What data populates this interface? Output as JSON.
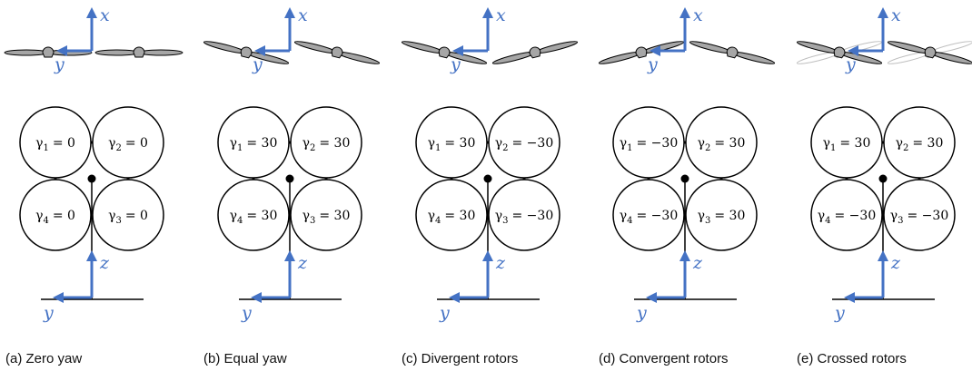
{
  "colors": {
    "axis": "#4472C4",
    "blade": "#A6A6A6",
    "ghost": "#BFBFBF",
    "stroke": "#000000"
  },
  "axis_labels": {
    "x": "x",
    "y": "y",
    "z": "z"
  },
  "panels": [
    {
      "caption": "(a) Zero yaw",
      "blade_tilt": [
        0,
        0
      ],
      "ghost_tilt": null,
      "rotors": [
        {
          "sym": "γ",
          "sub": "1",
          "eq": "= 0"
        },
        {
          "sym": "γ",
          "sub": "2",
          "eq": "= 0"
        },
        {
          "sym": "γ",
          "sub": "4",
          "eq": "= 0"
        },
        {
          "sym": "γ",
          "sub": "3",
          "eq": "= 0"
        }
      ]
    },
    {
      "caption": "(b) Equal yaw",
      "blade_tilt": [
        14,
        14
      ],
      "ghost_tilt": null,
      "rotors": [
        {
          "sym": "γ",
          "sub": "1",
          "eq": "= 30"
        },
        {
          "sym": "γ",
          "sub": "2",
          "eq": "= 30"
        },
        {
          "sym": "γ",
          "sub": "4",
          "eq": "= 30"
        },
        {
          "sym": "γ",
          "sub": "3",
          "eq": "= 30"
        }
      ]
    },
    {
      "caption": "(c) Divergent rotors",
      "blade_tilt": [
        14,
        -14
      ],
      "ghost_tilt": null,
      "rotors": [
        {
          "sym": "γ",
          "sub": "1",
          "eq": "= 30"
        },
        {
          "sym": "γ",
          "sub": "2",
          "eq": "= −30"
        },
        {
          "sym": "γ",
          "sub": "4",
          "eq": "= 30"
        },
        {
          "sym": "γ",
          "sub": "3",
          "eq": "= −30"
        }
      ]
    },
    {
      "caption": "(d) Convergent rotors",
      "blade_tilt": [
        -14,
        14
      ],
      "ghost_tilt": null,
      "rotors": [
        {
          "sym": "γ",
          "sub": "1",
          "eq": "= −30"
        },
        {
          "sym": "γ",
          "sub": "2",
          "eq": "= 30"
        },
        {
          "sym": "γ",
          "sub": "4",
          "eq": "= −30"
        },
        {
          "sym": "γ",
          "sub": "3",
          "eq": "= 30"
        }
      ]
    },
    {
      "caption": "(e) Crossed rotors",
      "blade_tilt": [
        14,
        14
      ],
      "ghost_tilt": [
        -14,
        -14
      ],
      "rotors": [
        {
          "sym": "γ",
          "sub": "1",
          "eq": "= 30"
        },
        {
          "sym": "γ",
          "sub": "2",
          "eq": "= 30"
        },
        {
          "sym": "γ",
          "sub": "4",
          "eq": "= −30"
        },
        {
          "sym": "γ",
          "sub": "3",
          "eq": "= −30"
        }
      ]
    }
  ]
}
